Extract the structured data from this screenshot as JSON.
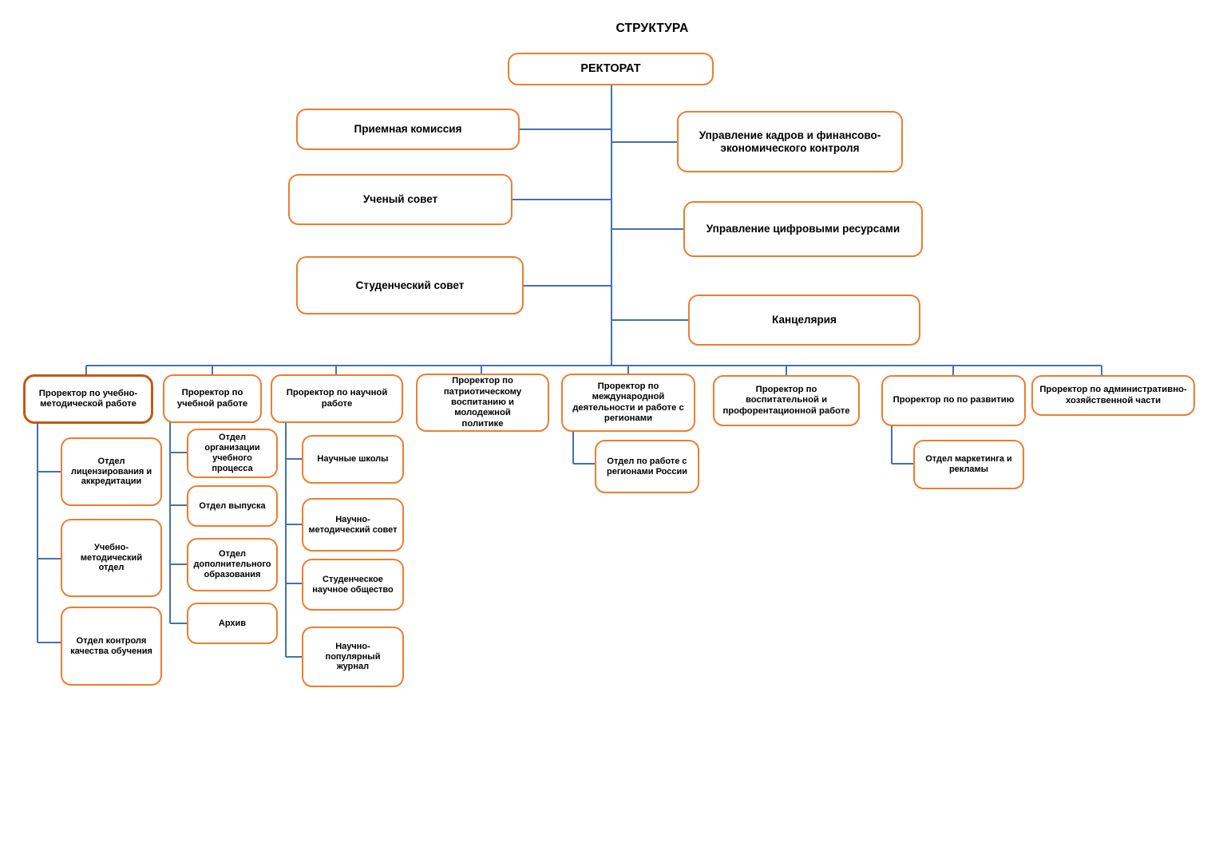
{
  "title": "СТРУКТУРА",
  "colors": {
    "node_border": "#ED7D31",
    "node_border_selected": "#C05A16",
    "connector": "#4472A8",
    "background": "#FFFFFF",
    "text": "#000000"
  },
  "root": {
    "label": "РЕКТОРАТ"
  },
  "left_branch": [
    {
      "label": "Приемная комиссия"
    },
    {
      "label": "Ученый совет"
    },
    {
      "label": "Студенческий совет"
    }
  ],
  "right_branch": [
    {
      "label": "Управление кадров и финансово-\nэкономического контроля"
    },
    {
      "label": "Управление цифровыми ресурсами"
    },
    {
      "label": "Канцелярия"
    }
  ],
  "prorectors": [
    {
      "label": "Проректор по учебно-\nметодической работе",
      "selected": true,
      "children": [
        {
          "label": "Отдел\nлицензирования и\nаккредитации"
        },
        {
          "label": "Учебно-\nметодический отдел"
        },
        {
          "label": "Отдел контроля\nкачества обучения"
        }
      ]
    },
    {
      "label": "Проректор по\nучебной работе",
      "selected": false,
      "children": [
        {
          "label": "Отдел\nорганизации\nучебного процесса"
        },
        {
          "label": "Отдел выпуска"
        },
        {
          "label": "Отдел\nдополнительного\nобразования"
        },
        {
          "label": "Архив"
        }
      ]
    },
    {
      "label": "Проректор по научной\nработе",
      "selected": false,
      "children": [
        {
          "label": "Научные школы"
        },
        {
          "label": "Научно-\nметодический совет"
        },
        {
          "label": "Студенческое\nнаучное общество"
        },
        {
          "label": "Научно-популярный\nжурнал"
        }
      ]
    },
    {
      "label": "Проректор по\nпатриотическому\nвоспитанию и молодежной\nполитике",
      "selected": false,
      "children": []
    },
    {
      "label": "Проректор по\nмеждународной\nдеятельности и работе с\nрегионами",
      "selected": false,
      "children": [
        {
          "label": "Отдел по работе с\nрегионами России"
        }
      ]
    },
    {
      "label": "Проректор по воспитательной и\nпрофорентационной работе",
      "selected": false,
      "children": []
    },
    {
      "label": "Проректор по по развитию",
      "selected": false,
      "children": [
        {
          "label": "Отдел маркетинга и\nрекламы"
        }
      ]
    },
    {
      "label": "Проректор по административно-\nхозяйственной части",
      "selected": false,
      "children": []
    }
  ],
  "chart_data": {
    "type": "diagram",
    "diagram_kind": "organizational-hierarchy",
    "title": "СТРУКТУРА",
    "orientation": "top-down",
    "levels": 3,
    "node_count": 24,
    "root": "РЕКТОРАТ",
    "edges": [
      [
        "РЕКТОРАТ",
        "Приемная комиссия"
      ],
      [
        "РЕКТОРАТ",
        "Ученый совет"
      ],
      [
        "РЕКТОРАТ",
        "Студенческий совет"
      ],
      [
        "РЕКТОРАТ",
        "Управление кадров и финансово-экономического контроля"
      ],
      [
        "РЕКТОРАТ",
        "Управление цифровыми ресурсами"
      ],
      [
        "РЕКТОРАТ",
        "Канцелярия"
      ],
      [
        "РЕКТОРАТ",
        "Проректор по учебно-методической работе"
      ],
      [
        "РЕКТОРАТ",
        "Проректор по учебной работе"
      ],
      [
        "РЕКТОРАТ",
        "Проректор по научной работе"
      ],
      [
        "РЕКТОРАТ",
        "Проректор по патриотическому воспитанию и молодежной политике"
      ],
      [
        "РЕКТОРАТ",
        "Проректор по международной деятельности и работе с регионами"
      ],
      [
        "РЕКТОРАТ",
        "Проректор по воспитательной и профорентационной работе"
      ],
      [
        "РЕКТОРАТ",
        "Проректор по по развитию"
      ],
      [
        "РЕКТОРАТ",
        "Проректор по административно-хозяйственной части"
      ],
      [
        "Проректор по учебно-методической работе",
        "Отдел лицензирования и аккредитации"
      ],
      [
        "Проректор по учебно-методической работе",
        "Учебно-методический отдел"
      ],
      [
        "Проректор по учебно-методической работе",
        "Отдел контроля качества обучения"
      ],
      [
        "Проректор по учебной работе",
        "Отдел организации учебного процесса"
      ],
      [
        "Проректор по учебной работе",
        "Отдел выпуска"
      ],
      [
        "Проректор по учебной работе",
        "Отдел дополнительного образования"
      ],
      [
        "Проректор по учебной работе",
        "Архив"
      ],
      [
        "Проректор по научной работе",
        "Научные школы"
      ],
      [
        "Проректор по научной работе",
        "Научно-методический совет"
      ],
      [
        "Проректор по научной работе",
        "Студенческое научное общество"
      ],
      [
        "Проректор по научной работе",
        "Научно-популярный журнал"
      ],
      [
        "Проректор по международной деятельности и работе с регионами",
        "Отдел по работе с регионами России"
      ],
      [
        "Проректор по по развитию",
        "Отдел маркетинга и рекламы"
      ]
    ]
  }
}
